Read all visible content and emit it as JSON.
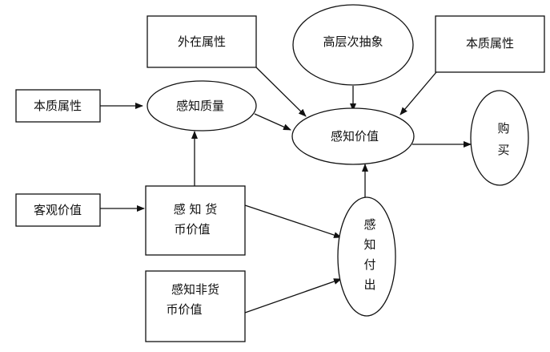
{
  "diagram": {
    "nodes": {
      "extrinsic_attributes": "外在属性",
      "high_level_abstraction": "高层次抽象",
      "intrinsic_attributes_top": "本质属性",
      "intrinsic_attributes_left": "本质属性",
      "perceived_quality": "感知质量",
      "perceived_value": "感知价值",
      "purchase_line1": "购",
      "purchase_line2": "买",
      "objective_price": "客观价值",
      "perceived_monetary_line1": "感 知 货",
      "perceived_monetary_line2": "币价值",
      "perceived_nonmonetary_line1": "感知非货",
      "perceived_nonmonetary_line2": "币价值",
      "perceived_sacrifice_line1": "感",
      "perceived_sacrifice_line2": "知",
      "perceived_sacrifice_line3": "付",
      "perceived_sacrifice_line4": "出"
    },
    "edges": [
      {
        "from": "intrinsic_attributes_left",
        "to": "perceived_quality"
      },
      {
        "from": "perceived_quality",
        "to": "perceived_value"
      },
      {
        "from": "extrinsic_attributes",
        "to": "perceived_value"
      },
      {
        "from": "high_level_abstraction",
        "to": "perceived_value"
      },
      {
        "from": "intrinsic_attributes_top",
        "to": "perceived_value"
      },
      {
        "from": "perceived_value",
        "to": "purchase"
      },
      {
        "from": "objective_price",
        "to": "perceived_monetary"
      },
      {
        "from": "perceived_monetary",
        "to": "perceived_quality"
      },
      {
        "from": "perceived_monetary",
        "to": "perceived_sacrifice"
      },
      {
        "from": "perceived_nonmonetary",
        "to": "perceived_sacrifice"
      },
      {
        "from": "perceived_sacrifice",
        "to": "perceived_value"
      }
    ]
  }
}
